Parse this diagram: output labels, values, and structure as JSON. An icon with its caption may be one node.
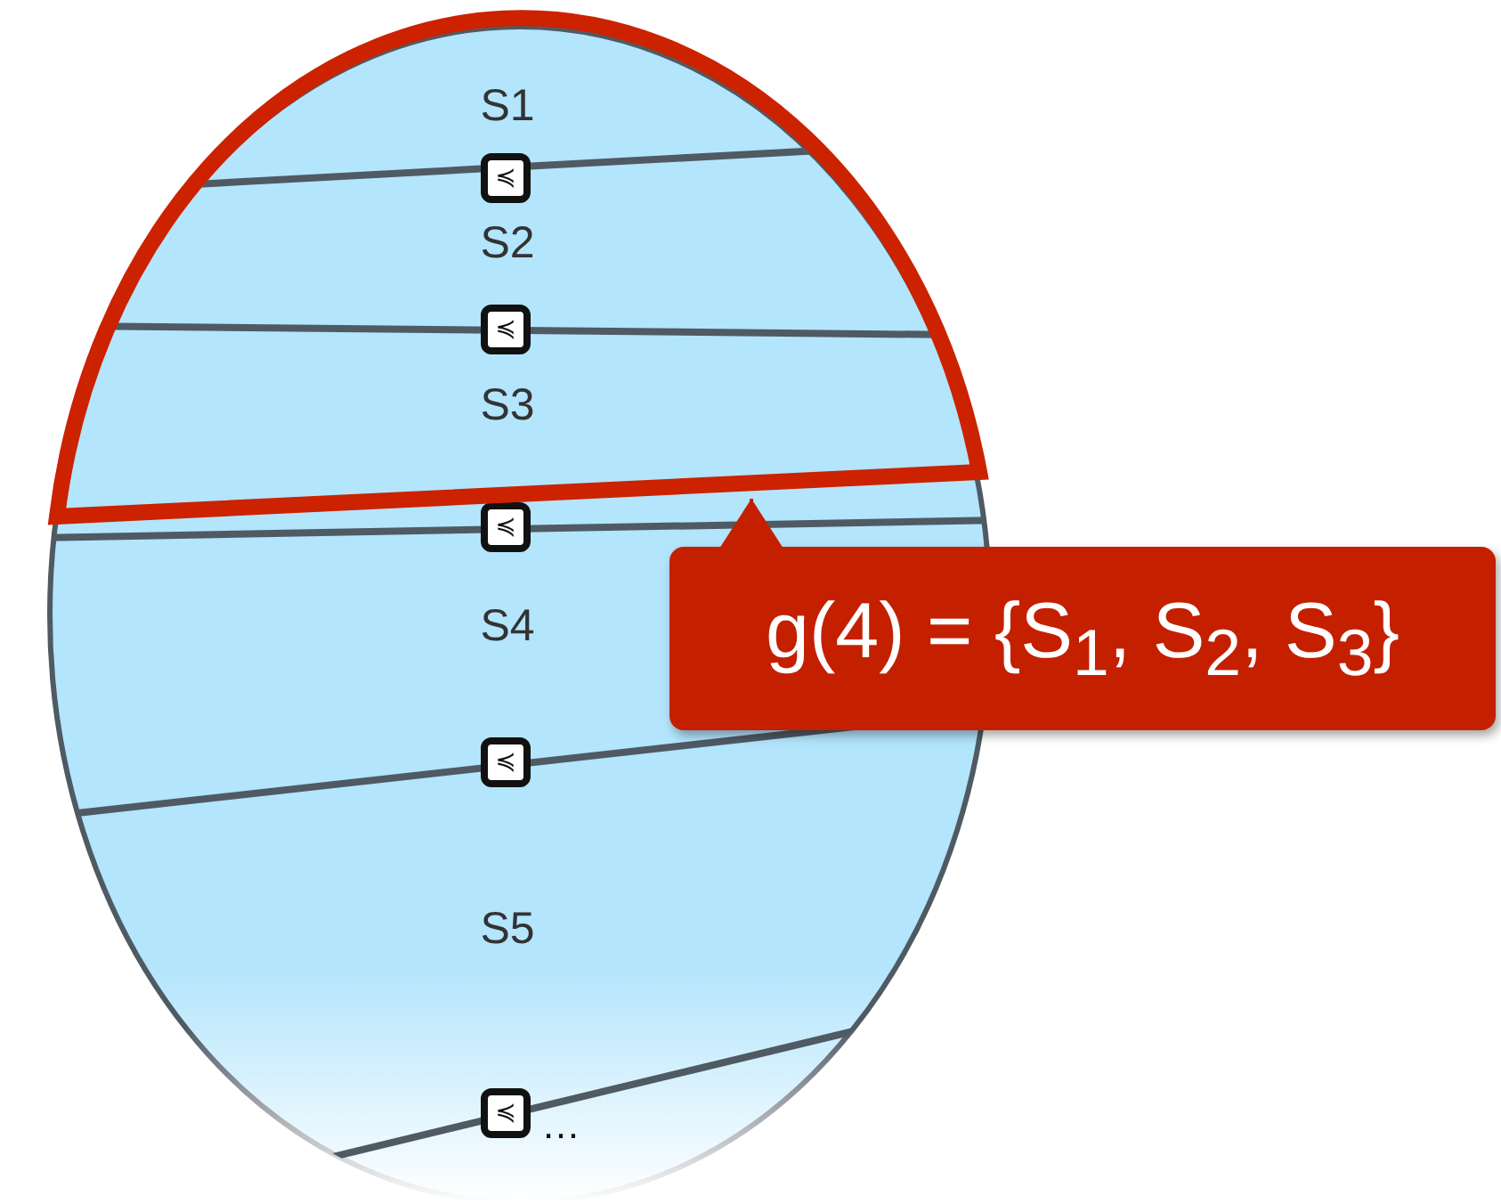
{
  "diagram": {
    "nodes": [
      {
        "text": [],
        "shape": "ellipse"
      },
      {
        "text": [
          "S1"
        ],
        "in": 11
      },
      {
        "text": [
          "S2"
        ],
        "in": 11
      },
      {
        "text": [
          "S3"
        ],
        "in": 11
      },
      {
        "text": [
          "S4"
        ],
        "in": 0
      },
      {
        "text": [
          "S5"
        ],
        "in": 0
      },
      {
        "text": [
          "≼"
        ],
        "in": 11
      },
      {
        "text": [
          "≼"
        ],
        "in": 11
      },
      {
        "text": [
          "≼"
        ],
        "in": 0
      },
      {
        "text": [
          "≼"
        ],
        "in": 0
      },
      {
        "text": [
          "≼"
        ],
        "in": 0,
        "beside": [
          "…"
        ]
      },
      {
        "text": [],
        "shape": "box",
        "in": 0
      },
      {
        "text": [
          "g(4) = {S$_{1}$, S$_{2}$, S$_{3}$}"
        ]
      }
    ],
    "edges": [
      {
        "from": 12,
        "to": 11,
        "arrow": "to"
      }
    ]
  }
}
